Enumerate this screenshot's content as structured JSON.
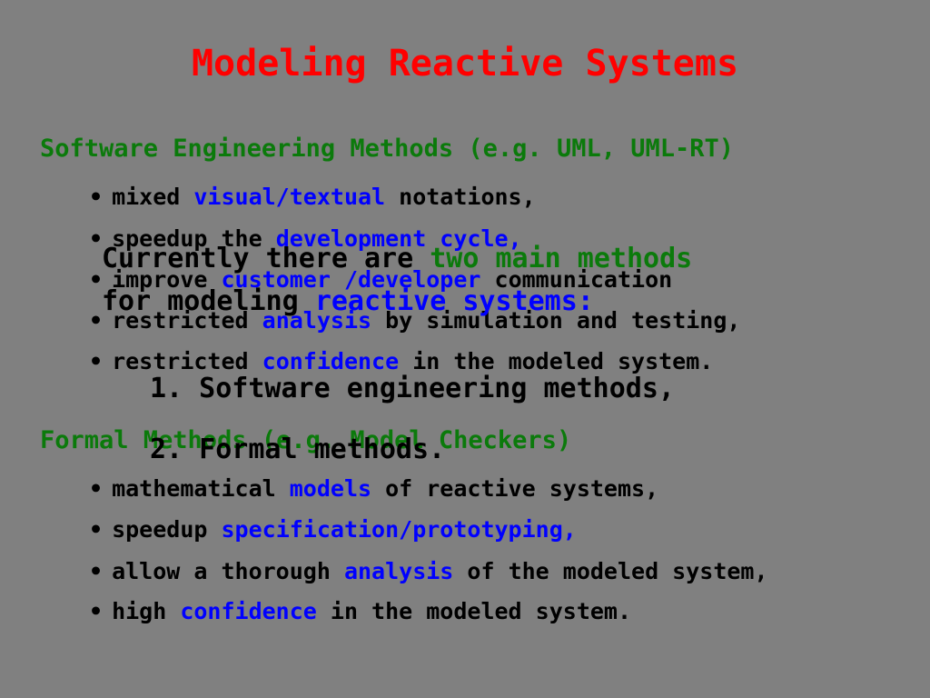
{
  "slide": {
    "title": "Modeling Reactive Systems",
    "colors": {
      "background": "#808080",
      "title": "#ff0000",
      "heading": "#0b7a0b",
      "highlight": "#0000ff",
      "text": "#000000"
    }
  },
  "section1": {
    "heading": "Software Engineering Methods (e.g. UML, UML-RT)",
    "bullets": [
      {
        "pre": "mixed ",
        "hl": "visual/textual",
        "post": " notations,"
      },
      {
        "pre": "speedup the ",
        "hl": "development cycle,",
        "post": ""
      },
      {
        "pre": "improve ",
        "hl": "customer /developer",
        "post": " communication"
      },
      {
        "pre": "restricted ",
        "hl": "analysis",
        "post": " by simulation and testing,"
      },
      {
        "pre": "restricted ",
        "hl": "confidence",
        "post": " in the modeled system."
      }
    ]
  },
  "section2": {
    "heading": "Formal Methods (e.g. Model Checkers)",
    "bullets": [
      {
        "pre": "mathematical ",
        "hl": "models",
        "post": " of reactive systems,"
      },
      {
        "pre": "speedup ",
        "hl": "specification/prototyping,",
        "post": ""
      },
      {
        "pre": "allow a thorough ",
        "hl": "analysis",
        "post": " of the modeled system,"
      },
      {
        "pre": "high ",
        "hl": "confidence",
        "post": " in the modeled system."
      }
    ]
  },
  "overlay": {
    "line1_pre": "Currently there are ",
    "line1_hl": "two main methods",
    "line2_pre": "for modeling ",
    "line2_hl": "reactive systems:",
    "items": [
      "1. Software engineering methods,",
      "2. Formal methods."
    ]
  }
}
